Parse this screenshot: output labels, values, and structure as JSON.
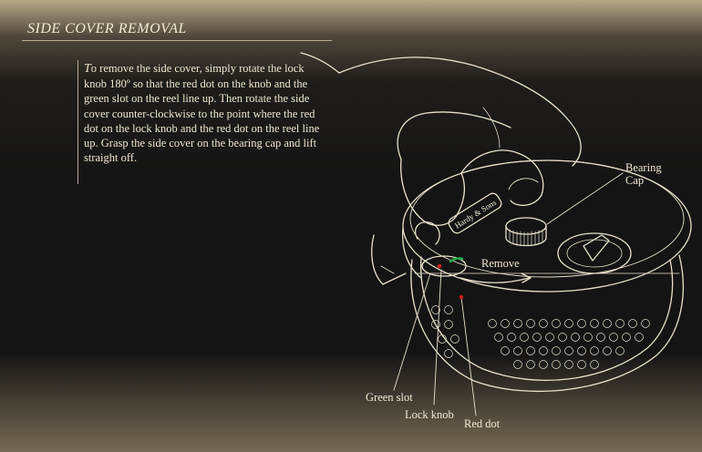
{
  "section_title": "SIDE COVER REMOVAL",
  "instructions": {
    "first_letter": "T",
    "text": "o remove the side cover, simply rotate the lock knob 180º so that the red dot on the knob and the green slot on the reel line up. Then rotate the side cover counter-clockwise to the point where the red dot on the lock knob and the red dot on the reel line up. Grasp the side cover on the bearing cap and lift straight off."
  },
  "diagram": {
    "brand_plate": "Hardy & Sons",
    "labels": {
      "bearing_cap_line1": "Bearing",
      "bearing_cap_line2": "Cap",
      "remove": "Remove",
      "green_slot": "Green slot",
      "lock_knob": "Lock knob",
      "red_dot": "Red dot"
    },
    "colors": {
      "line": "#e9e1cb",
      "green_slot": "#25a84a",
      "red_dot": "#c8201e"
    }
  }
}
